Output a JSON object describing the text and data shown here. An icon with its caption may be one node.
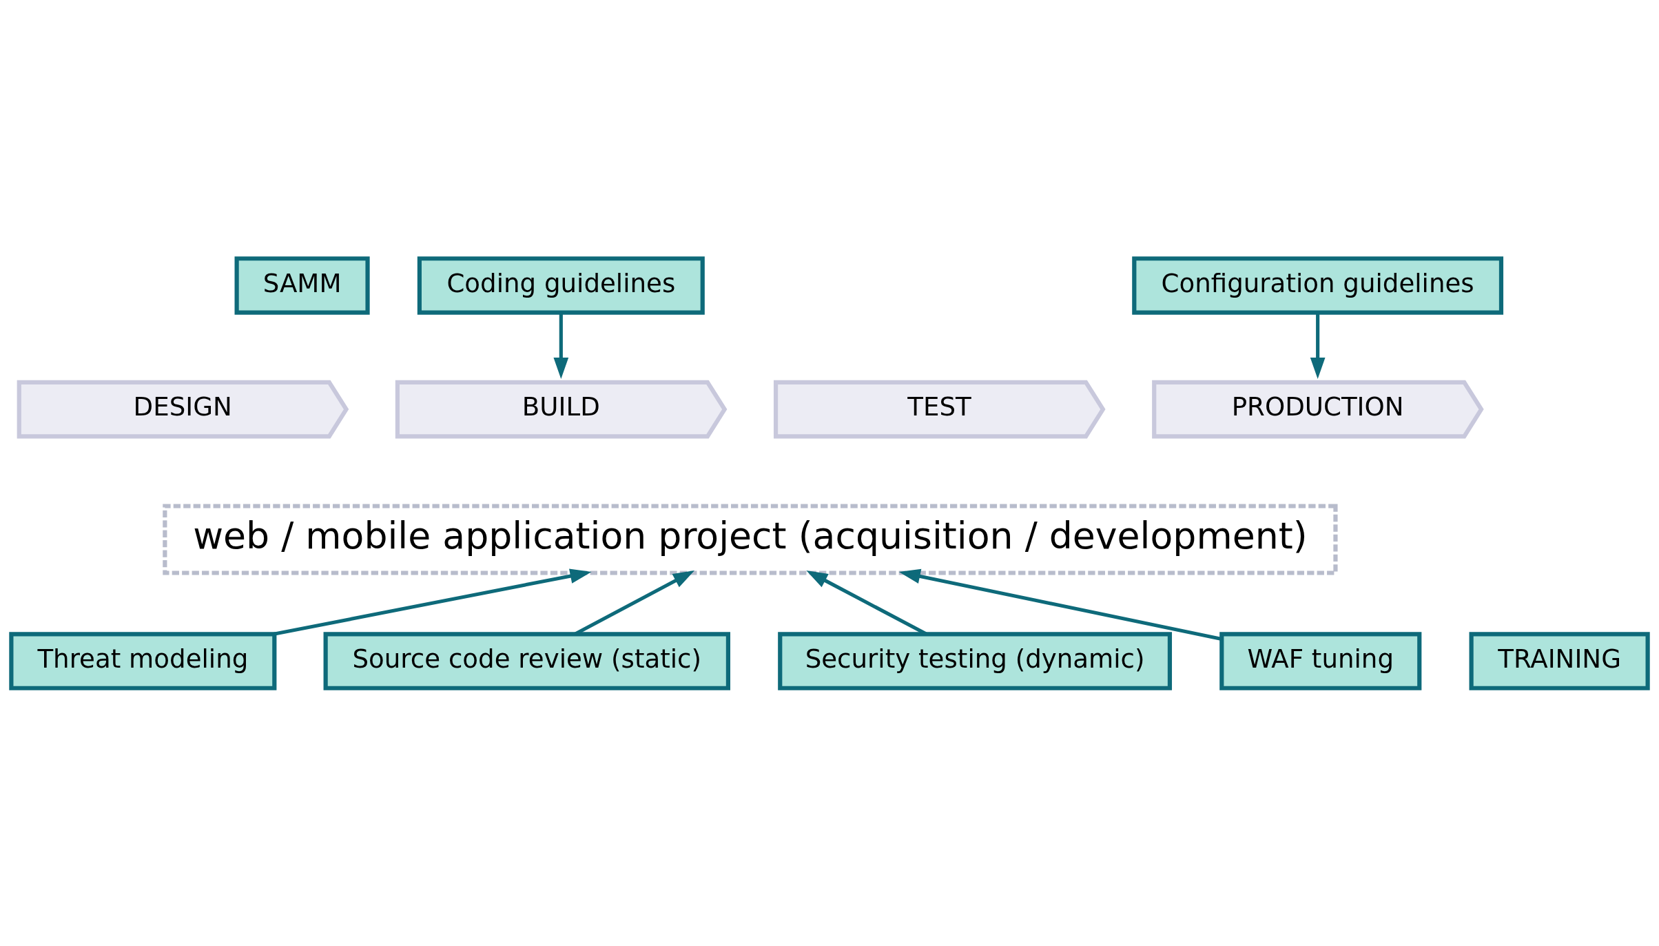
{
  "diagram": {
    "nodes": [
      {
        "text": [
          "SAMM"
        ]
      },
      {
        "text": [
          "Coding guidelines"
        ]
      },
      {
        "text": [
          "Configuration guidelines"
        ]
      },
      {
        "text": [
          "DESIGN"
        ]
      },
      {
        "text": [
          "BUILD"
        ]
      },
      {
        "text": [
          "TEST"
        ]
      },
      {
        "text": [
          "PRODUCTION"
        ]
      },
      {
        "text": [
          "web / mobile application project (acquisition / development)"
        ]
      },
      {
        "text": [
          "Threat modeling"
        ]
      },
      {
        "text": [
          "Source code review (static)"
        ]
      },
      {
        "text": [
          "Security testing (dynamic)"
        ]
      },
      {
        "text": [
          "WAF tuning"
        ]
      },
      {
        "text": [
          "TRAINING"
        ]
      }
    ],
    "edges": [
      {
        "from": 1,
        "to": 4,
        "arrow": "to"
      },
      {
        "from": 2,
        "to": 6,
        "arrow": "to"
      },
      {
        "from": 8,
        "to": 7,
        "arrow": "to"
      },
      {
        "from": 9,
        "to": 7,
        "arrow": "to"
      },
      {
        "from": 10,
        "to": 7,
        "arrow": "to"
      },
      {
        "from": 11,
        "to": 7,
        "arrow": "to"
      }
    ]
  }
}
